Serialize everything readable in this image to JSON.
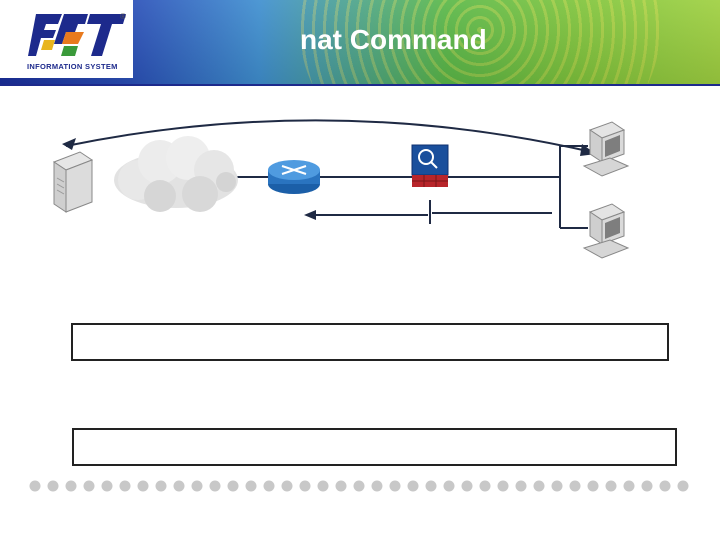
{
  "header": {
    "title": "nat Command",
    "logo": {
      "text": "FPT",
      "subtitle": "INFORMATION SYSTEM",
      "registered": "®"
    }
  },
  "diagram": {
    "nodes": [
      {
        "id": "server",
        "icon": "server-icon"
      },
      {
        "id": "internet",
        "icon": "cloud-icon"
      },
      {
        "id": "router",
        "icon": "router-icon"
      },
      {
        "id": "firewall",
        "icon": "firewall-icon"
      },
      {
        "id": "pc-top",
        "icon": "pc-icon"
      },
      {
        "id": "pc-bottom",
        "icon": "pc-icon"
      }
    ]
  },
  "text_boxes": [
    {
      "text": ""
    },
    {
      "text": ""
    }
  ],
  "colors": {
    "header_blue": "#1d2a8c",
    "header_green": "#7fc43c",
    "link": "#1f2a44",
    "router": "#2f80c8",
    "firewall": "#1a4f9c",
    "firewall_base": "#b8252a",
    "dots": "#c8c8c8"
  }
}
